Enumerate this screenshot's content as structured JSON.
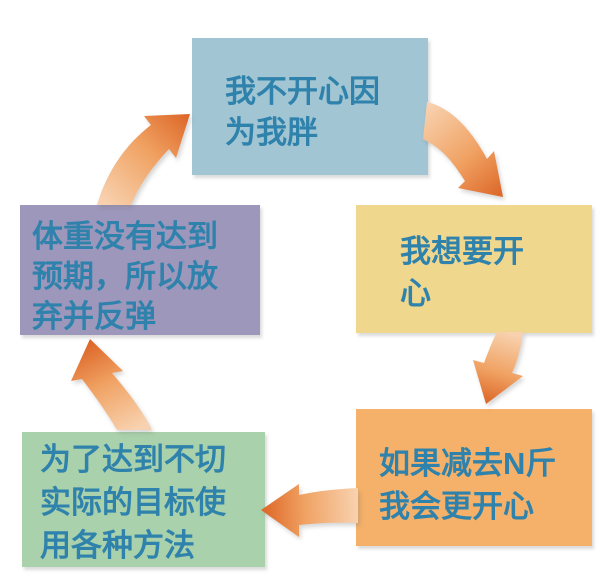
{
  "page": {
    "background": "#ffffff"
  },
  "diagram": {
    "type": "cycle",
    "text_color": "#2f82ab",
    "arrow_gradient": {
      "from": "#f8d2b0",
      "mid": "#f0a263",
      "to": "#dc6526"
    },
    "flow": [
      "unhappy-because-fat",
      "want-to-be-happy",
      "lose-weight-happier",
      "unrealistic-methods",
      "give-up-rebound"
    ],
    "nodes": [
      {
        "id": "unhappy-because-fat",
        "bg": "#a2c5d3",
        "text": "我不开心因为我胖",
        "lines": [
          "我不开心因",
          "为我胖"
        ]
      },
      {
        "id": "want-to-be-happy",
        "bg": "#f0d78e",
        "text": "我想要开心",
        "lines": [
          "我想要开",
          "心"
        ]
      },
      {
        "id": "lose-weight-happier",
        "bg": "#f5b169",
        "text": "如果减去N斤我会更开心",
        "lines": [
          "如果减去N斤",
          "我会更开心"
        ]
      },
      {
        "id": "unrealistic-methods",
        "bg": "#a9d1ab",
        "text": "为了达到不切实际的目标使用各种方法",
        "lines": [
          "为了达到不切",
          "实际的目标使",
          "用各种方法"
        ]
      },
      {
        "id": "give-up-rebound",
        "bg": "#9e97bc",
        "text": "体重没有达到预期，所以放弃并反弹",
        "lines": [
          "体重没有达到",
          "预期，所以放",
          "弃并反弹"
        ]
      }
    ]
  }
}
